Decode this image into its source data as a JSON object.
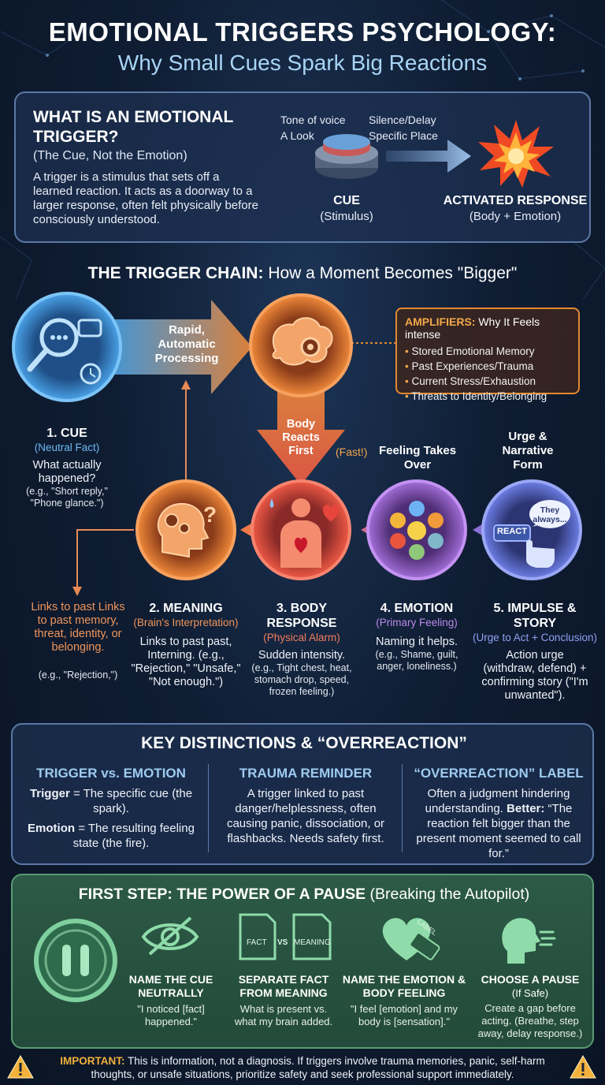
{
  "header": {
    "title": "EMOTIONAL TRIGGERS PSYCHOLOGY:",
    "subtitle": "Why Small Cues Spark Big Reactions"
  },
  "what_is": {
    "heading": "WHAT IS AN EMOTIONAL TRIGGER?",
    "subheading": "(The Cue, Not the Emotion)",
    "body": "A trigger is a stimulus that sets off a learned reaction. It acts as a doorway to a larger response, often felt physically before consciously understood.",
    "cue_examples": [
      "Tone of voice",
      "A Look",
      "Silence/Delay",
      "Specific Place"
    ],
    "cue_label": "CUE",
    "cue_sub": "(Stimulus)",
    "response_label": "ACTIVATED RESPONSE",
    "response_sub": "(Body + Emotion)"
  },
  "chain": {
    "title_bold": "THE TRIGGER CHAIN:",
    "title_rest": "How a Moment Becomes \"Bigger\"",
    "arrow_label": "Rapid, Automatic Processing",
    "down_label": "Body Reacts First",
    "fast_label": "(Fast!)",
    "feeling_label": "Feeling Takes Over",
    "urge_label": "Urge & Narrative Form",
    "links_label": "Links to past Links to past memory, threat, identity, or belonging.",
    "links_ex": "(e.g., \"Rejection,\")",
    "amplifiers": {
      "title": "AMPLIFIERS:",
      "title_rest": "Why It Feels intense",
      "items": [
        "Stored Emotional Memory",
        "Past Experiences/Trauma",
        "Current Stress/Exhaustion",
        "Threats to Identity/Belonging"
      ]
    },
    "steps": [
      {
        "title": "1. CUE",
        "sub": "(Neutral Fact)",
        "text": "What actually happened?",
        "example": "(e.g., \"Short reply,\" \"Phone glance.\")"
      },
      {
        "title": "2. MEANING",
        "sub": "(Brain's Interpretation)",
        "text": "Links to past past, Interning. (e.g., \"Rejection,\" \"Unsafe,\" \"Not enough.\")",
        "example": ""
      },
      {
        "title": "3. BODY RESPONSE",
        "sub": "(Physical Alarm)",
        "text": "Sudden intensity.",
        "example": "(e.g., Tight chest, heat, stomach drop, speed, frozen feeling.)"
      },
      {
        "title": "4. EMOTION",
        "sub": "(Primary Feeling)",
        "text": "Naming it helps.",
        "example": "(e.g., Shame, guilt, anger, loneliness.)"
      },
      {
        "title": "5. IMPULSE & STORY",
        "sub": "(Urge to Act + Conclusion)",
        "text": "Action urge",
        "example": "(withdraw, defend) + confirming story (\"I'm unwanted\")."
      }
    ],
    "react_button": "REACT",
    "bubble_text": "They always..."
  },
  "distinctions": {
    "title": "KEY DISTINCTIONS & “OVERREACTION”",
    "columns": [
      {
        "head": "TRIGGER vs. EMOTION",
        "line1_bold": "Trigger",
        "line1": " = The specific cue (the spark).",
        "line2_bold": "Emotion",
        "line2": " = The resulting feeling state (the fire)."
      },
      {
        "head": "TRAUMA REMINDER",
        "text": "A trigger linked to past danger/helplessness, often causing panic, dissociation, or flashbacks. Needs safety first."
      },
      {
        "head": "“OVERREACTION” LABEL",
        "text_a": "Often a judgment hindering understanding.",
        "text_bold": " Better:",
        "text_b": " “The reaction felt bigger than the present moment seemed to call for.”"
      }
    ]
  },
  "pause": {
    "title_bold": "FIRST STEP: THE POWER OF A PAUSE",
    "title_rest": "(Breaking the Autopilot)",
    "fact_tag": "FACT",
    "vs_tag": "VS",
    "meaning_tag": "MEANING",
    "label_tag": "LABEL",
    "steps": [
      {
        "head": "NAME THE CUE NEUTRALLY",
        "text": "\"I noticed [fact] happened.\""
      },
      {
        "head": "SEPARATE FACT FROM MEANING",
        "text": "What is present vs. what my brain added."
      },
      {
        "head": "NAME THE EMOTION & BODY FEELING",
        "text": "\"I feel [emotion] and my body is [sensation].\""
      },
      {
        "head": "CHOOSE A PAUSE",
        "sub": "(If Safe)",
        "text": "Create a gap before acting. (Breathe, step away, delay response.)"
      }
    ]
  },
  "footer": {
    "important": "IMPORTANT:",
    "text": "This is information, not a diagnosis. If triggers involve trauma memories, panic, self-harm thoughts, or unsafe situations, prioritize safety and seek professional support immediately."
  },
  "colors": {
    "blue": "#4aa3e8",
    "orange": "#f08a3a",
    "red": "#f05a45",
    "purple": "#a46fd9",
    "indigo": "#6f7fe8",
    "green": "#5fb07d",
    "accent_text": "#a8d4f5"
  }
}
